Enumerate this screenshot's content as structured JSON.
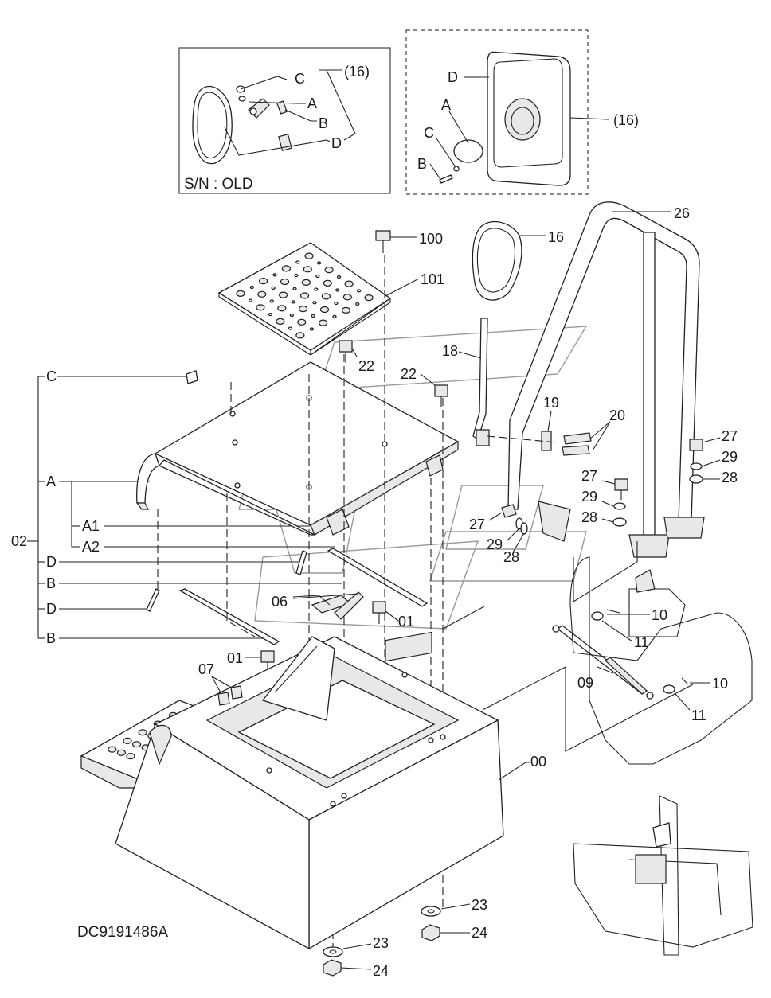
{
  "drawing_id": "DC9191486A",
  "inset_old": {
    "serial_label": "S/N : OLD",
    "callouts": [
      "C",
      "A",
      "B",
      "D",
      "(16)"
    ]
  },
  "inset_new": {
    "callouts": [
      "D",
      "A",
      "C",
      "B",
      "(16)"
    ]
  },
  "group_bracket": {
    "group_number": "02",
    "items": [
      "C",
      "A",
      "A1",
      "A2",
      "D",
      "B",
      "D",
      "B"
    ]
  },
  "part_numbers": {
    "p00": "00",
    "p01a": "01",
    "p01b": "01",
    "p06": "06",
    "p07": "07",
    "p09": "09",
    "p10a": "10",
    "p10b": "10",
    "p11a": "11",
    "p11b": "11",
    "p16": "16",
    "p18": "18",
    "p19": "19",
    "p20": "20",
    "p22a": "22",
    "p22b": "22",
    "p23a": "23",
    "p23b": "23",
    "p24a": "24",
    "p24b": "24",
    "p26": "26",
    "p27a": "27",
    "p27b": "27",
    "p27c": "27",
    "p28a": "28",
    "p28b": "28",
    "p28c": "28",
    "p29a": "29",
    "p29b": "29",
    "p29c": "29",
    "p100": "100",
    "p101": "101"
  }
}
